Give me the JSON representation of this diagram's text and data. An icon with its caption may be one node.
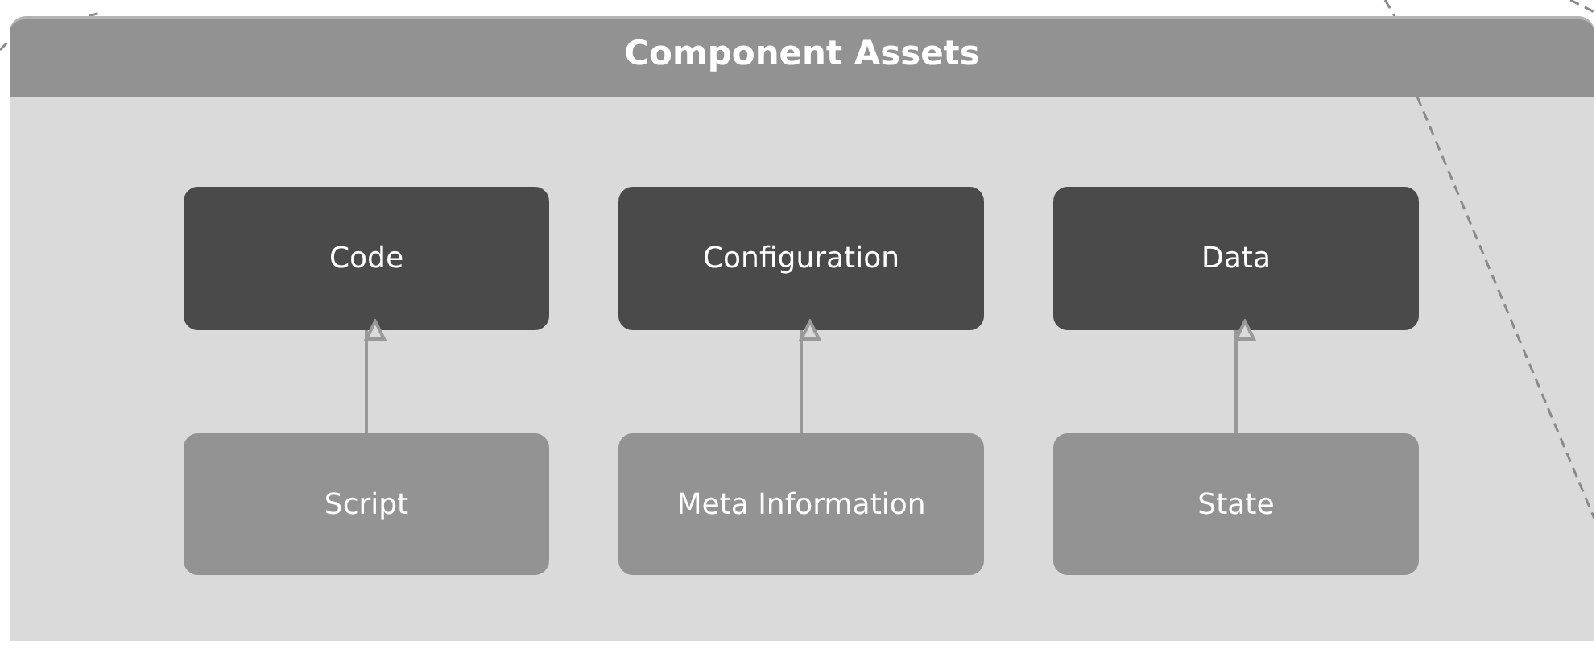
{
  "diagram": {
    "nodes": [
      {
        "text": [
          "Component Assets"
        ]
      },
      {
        "text": [
          "Code"
        ],
        "in": 0
      },
      {
        "text": [
          "Configuration"
        ],
        "in": 0
      },
      {
        "text": [
          "Data"
        ],
        "in": 0
      },
      {
        "text": [
          "Script"
        ],
        "in": 0
      },
      {
        "text": [
          "Meta Information"
        ],
        "in": 0
      },
      {
        "text": [
          "State"
        ],
        "in": 0
      }
    ],
    "edges": [
      {
        "from": 4,
        "to": 1,
        "arrow": "to"
      },
      {
        "from": 5,
        "to": 2,
        "arrow": "to"
      },
      {
        "from": 6,
        "to": 3,
        "arrow": "to"
      }
    ]
  }
}
